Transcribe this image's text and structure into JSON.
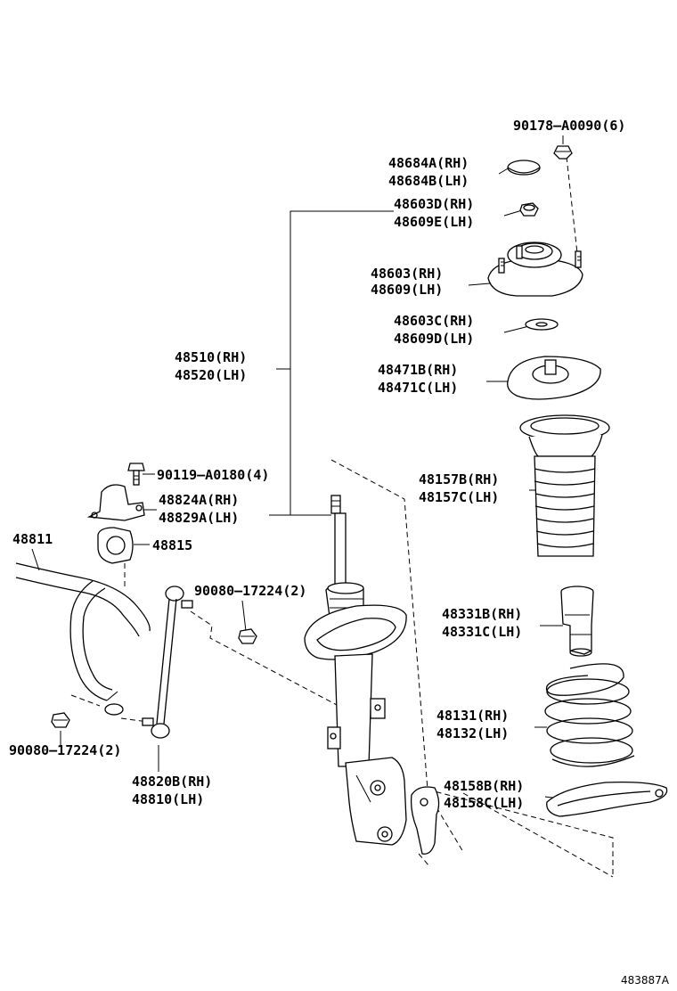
{
  "labels": {
    "p90178": "90178–A0090(6)",
    "p48684a": "48684A(RH)",
    "p48684b": "48684B(LH)",
    "p48603d": "48603D(RH)",
    "p48609e": "48609E(LH)",
    "p48603": "48603(RH)",
    "p48609": "48609(LH)",
    "p48603c": "48603C(RH)",
    "p48609d": "48609D(LH)",
    "p48510": "48510(RH)",
    "p48520": "48520(LH)",
    "p48471b": "48471B(RH)",
    "p48471c": "48471C(LH)",
    "p90119": "90119–A0180(4)",
    "p48157b": "48157B(RH)",
    "p48157c": "48157C(LH)",
    "p48824a": "48824A(RH)",
    "p48829a": "48829A(LH)",
    "p48811": "48811",
    "p48815": "48815",
    "p90080a": "90080–17224(2)",
    "p48331b": "48331B(RH)",
    "p48331c": "48331C(LH)",
    "p48131": "48131(RH)",
    "p48132": "48132(LH)",
    "p90080b": "90080–17224(2)",
    "p48158b": "48158B(RH)",
    "p48158c": "48158C(LH)",
    "p48820b": "48820B(RH)",
    "p48810": "48810(LH)"
  },
  "diagram_id": "483887A"
}
